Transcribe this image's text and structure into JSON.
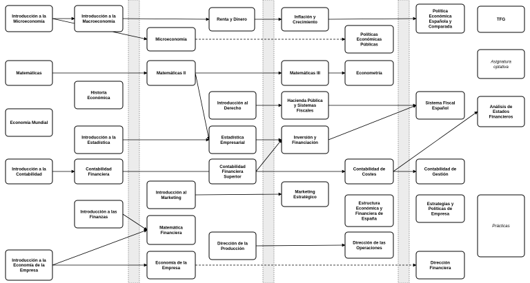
{
  "nodes": [
    {
      "id": "intro_micro",
      "lines": [
        "Introducción a la",
        "Microeconomía"
      ]
    },
    {
      "id": "intro_macro",
      "lines": [
        "Introducción a la",
        "Macroeconomía"
      ]
    },
    {
      "id": "renta",
      "lines": [
        "Renta y Dinero"
      ]
    },
    {
      "id": "inflacion",
      "lines": [
        "Inflación y",
        "Crecimiento"
      ]
    },
    {
      "id": "politica_esp",
      "lines": [
        "Política",
        "Económica",
        "Española y",
        "Comparada"
      ]
    },
    {
      "id": "tfg",
      "lines": [
        "TFG"
      ]
    },
    {
      "id": "micro",
      "lines": [
        "Microeconomía"
      ]
    },
    {
      "id": "politicas_pub",
      "lines": [
        "Políticas",
        "Económicas",
        "Públicas"
      ]
    },
    {
      "id": "asignatura_opt",
      "lines": [
        "Asignatura",
        "optativa"
      ],
      "italic": true
    },
    {
      "id": "mat",
      "lines": [
        "Matemáticas"
      ]
    },
    {
      "id": "mat2",
      "lines": [
        "Matemáticas II"
      ]
    },
    {
      "id": "mat3",
      "lines": [
        "Matemáticas III"
      ]
    },
    {
      "id": "econometria",
      "lines": [
        "Econometría"
      ]
    },
    {
      "id": "historia",
      "lines": [
        "Historia",
        "Económica"
      ]
    },
    {
      "id": "intro_derecho",
      "lines": [
        "Introducción al",
        "Derecho"
      ]
    },
    {
      "id": "hacienda",
      "lines": [
        "Hacienda Pública",
        "y Sistemas",
        "Fiscales"
      ]
    },
    {
      "id": "sistema_fiscal",
      "lines": [
        "Sistema Fiscal",
        "Español"
      ]
    },
    {
      "id": "analisis",
      "lines": [
        "Análisis de",
        "Estados",
        "Financieros"
      ]
    },
    {
      "id": "eco_mundial",
      "lines": [
        "Economía Mundial"
      ]
    },
    {
      "id": "intro_estad",
      "lines": [
        "Introducción a la",
        "Estadística"
      ]
    },
    {
      "id": "estad_emp",
      "lines": [
        "Estadística",
        "Empresarial"
      ]
    },
    {
      "id": "inversion",
      "lines": [
        "Inversión y",
        "Financiación"
      ]
    },
    {
      "id": "intro_conta",
      "lines": [
        "Introducción a la",
        "Contabilidad"
      ]
    },
    {
      "id": "conta_fin",
      "lines": [
        "Contabilidad",
        "Financiera"
      ]
    },
    {
      "id": "conta_sup",
      "lines": [
        "Contabilidad",
        "Financiera",
        "Superior"
      ]
    },
    {
      "id": "conta_costes",
      "lines": [
        "Contabilidad de",
        "Costes"
      ]
    },
    {
      "id": "conta_gestion",
      "lines": [
        "Contabilidad de",
        "Gestión"
      ]
    },
    {
      "id": "intro_mkt",
      "lines": [
        "Introducción al",
        "Marketing"
      ]
    },
    {
      "id": "mkt_estrat",
      "lines": [
        "Marketing",
        "Estratégico"
      ]
    },
    {
      "id": "estructura",
      "lines": [
        "Estructura",
        "Económica y",
        "Financiera de",
        "España"
      ]
    },
    {
      "id": "estrategias",
      "lines": [
        "Estrategias y",
        "Políticas de",
        "Empresa"
      ]
    },
    {
      "id": "intro_finanzas",
      "lines": [
        "Introducción a las",
        "Finanzas"
      ]
    },
    {
      "id": "mat_fin",
      "lines": [
        "Matemática",
        "Financiera"
      ]
    },
    {
      "id": "practicas",
      "lines": [
        "Prácticas"
      ],
      "italic": true
    },
    {
      "id": "direc_prod",
      "lines": [
        "Dirección de la",
        "Producción"
      ]
    },
    {
      "id": "direc_ops",
      "lines": [
        "Dirección de las",
        "Operaciones"
      ]
    },
    {
      "id": "intro_eco_emp",
      "lines": [
        "Introducción a la",
        "Economía de la",
        "Empresa"
      ]
    },
    {
      "id": "eco_emp",
      "lines": [
        "Economía de la",
        "Empresa"
      ]
    },
    {
      "id": "direc_fin",
      "lines": [
        "Dirección",
        "Financiera"
      ]
    }
  ],
  "edges": [
    {
      "from": "intro_micro",
      "to": "intro_macro"
    },
    {
      "from": "intro_micro",
      "to": "micro"
    },
    {
      "from": "intro_macro",
      "to": "renta"
    },
    {
      "from": "renta",
      "to": "inflacion"
    },
    {
      "from": "inflacion",
      "to": "politica_esp"
    },
    {
      "from": "micro",
      "to": "politicas_pub",
      "dashed": true
    },
    {
      "from": "mat",
      "to": "mat2"
    },
    {
      "from": "mat2",
      "to": "mat3"
    },
    {
      "from": "mat3",
      "to": "econometria"
    },
    {
      "from": "mat2",
      "to": "estad_emp"
    },
    {
      "from": "intro_derecho",
      "to": "hacienda"
    },
    {
      "from": "hacienda",
      "to": "sistema_fiscal"
    },
    {
      "from": "intro_estad",
      "to": "estad_emp"
    },
    {
      "from": "estad_emp",
      "to": "inversion"
    },
    {
      "from": "inversion",
      "to": "sistema_fiscal"
    },
    {
      "from": "intro_conta",
      "to": "conta_fin"
    },
    {
      "from": "conta_fin",
      "to": "conta_costes"
    },
    {
      "from": "conta_sup",
      "to": "inversion"
    },
    {
      "from": "conta_costes",
      "to": "conta_gestion"
    },
    {
      "from": "conta_costes",
      "to": "analisis"
    },
    {
      "from": "intro_mkt",
      "to": "mkt_estrat"
    },
    {
      "from": "intro_finanzas",
      "to": "mat_fin"
    },
    {
      "from": "direc_prod",
      "to": "direc_ops"
    },
    {
      "from": "intro_eco_emp",
      "to": "eco_emp"
    },
    {
      "from": "intro_eco_emp",
      "to": "mat_fin"
    },
    {
      "from": "eco_emp",
      "to": "direc_fin",
      "dashed": true
    }
  ]
}
